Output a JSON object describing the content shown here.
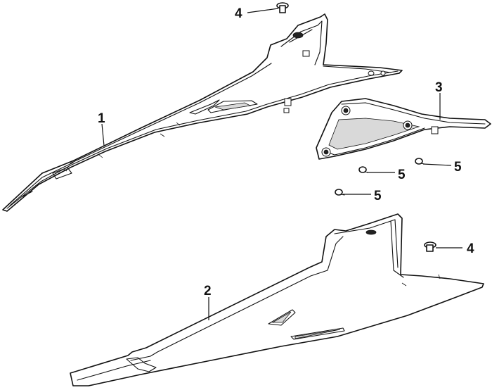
{
  "callouts": {
    "part_1": "1",
    "part_2": "2",
    "part_3": "3",
    "screw_4_top": "4",
    "screw_4_right": "4",
    "screw_5_a": "5",
    "screw_5_b": "5",
    "screw_5_c": "5"
  }
}
